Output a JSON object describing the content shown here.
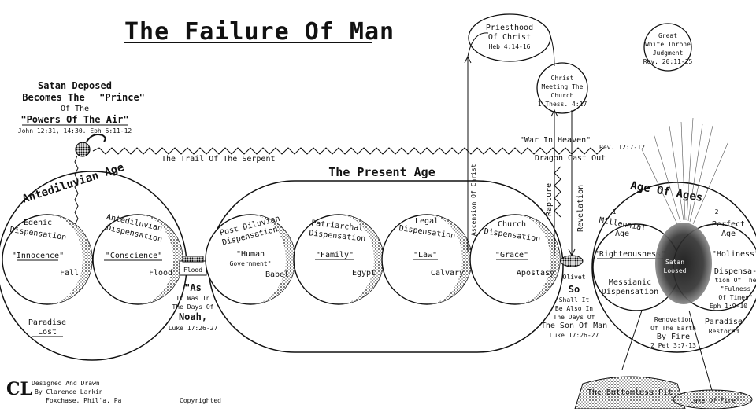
{
  "title": "The Failure Of Man",
  "satan": {
    "line1": "Satan Deposed",
    "line2_pre": "Becomes The",
    "line2_hl": "\"Prince\"",
    "line3": "Of The",
    "line4": "\"Powers Of The Air\"",
    "ref": "John 12:31, 14:30. Eph 6:11-12"
  },
  "trail_label": "The Trail Of The Serpent",
  "ages": {
    "antediluvian": "Antediluvian Age",
    "present": "The Present Age",
    "age_of_ages": "Age Of Ages"
  },
  "dispensations": {
    "edenic": {
      "name": [
        "Edenic",
        "Dispensation"
      ],
      "theme": "\"Innocence\"",
      "end": "Fall"
    },
    "antediluvian": {
      "name": [
        "Antediluvian",
        "Dispensation"
      ],
      "theme": "\"Conscience\"",
      "end": "Flood"
    },
    "postdiluvian": {
      "name": [
        "Post Diluvian",
        "Dispensation"
      ],
      "theme": [
        "\"Human",
        "Government\""
      ],
      "end": "Babel"
    },
    "patriarchal": {
      "name": [
        "Patriarchal",
        "Dispensation"
      ],
      "theme": "\"Family\"",
      "end": "Egypt"
    },
    "legal": {
      "name": [
        "Legal",
        "Dispensation"
      ],
      "theme": "\"Law\"",
      "end": "Calvary"
    },
    "church": {
      "name": [
        "Church",
        "Dispensation"
      ],
      "theme": "\"Grace\"",
      "end": "Apostasy"
    }
  },
  "paradise_lost": [
    "Paradise",
    "Lost"
  ],
  "flood_box": "Flood",
  "as_noah": {
    "as": "\"As",
    "l2": "It Was In",
    "l3": "The Days Of",
    "noah": "Noah,",
    "ref": "Luke 17:26-27"
  },
  "so_son": {
    "olivet": "Olivet",
    "so": "So",
    "l2": "Shall It",
    "l3": "Be Also In",
    "l4": "The Days Of",
    "l5": "The Son Of Man",
    "ref": "Luke 17:26-27"
  },
  "priesthood": {
    "l1": "Priesthood",
    "l2": "Of Christ",
    "ref": "Heb 4:14-16"
  },
  "meeting": {
    "l1": "Christ",
    "l2": "Meeting The",
    "l3": "Church",
    "ref": "1 Thess. 4:17"
  },
  "great_white": {
    "l1": "Great",
    "l2": "White Throne",
    "l3": "Judgment",
    "ref": "Rev. 20:11-15"
  },
  "vertical": {
    "ascension": "Ascension Of Christ",
    "rapture": "Rapture",
    "revelation": "Revelation"
  },
  "war": {
    "l1": "\"War In Heaven\"",
    "ref": "Rev. 12:7-12",
    "l2": "Dragon Cast Out"
  },
  "millennial": {
    "num": "1",
    "l1": "Millennial",
    "l2": "Age",
    "theme": "\"Righteousness\"",
    "satan": [
      "Satan",
      "Loosed"
    ],
    "md": [
      "Messianic",
      "Dispensation"
    ]
  },
  "perfect": {
    "num": "2",
    "l1": "Perfect",
    "l2": "Age",
    "theme": "\"Holiness\"",
    "disp": [
      "Dispensa-",
      "tion Of The",
      "\"Fulness",
      "Of Times\""
    ],
    "ref": "Eph 1:9-10"
  },
  "renovation": {
    "l1": "Renovation",
    "l2": "Of The Earth",
    "l3": "By Fire",
    "ref": "2 Pet 3:7-13"
  },
  "paradise_restored": [
    "Paradise",
    "Restored"
  ],
  "bottomless_pit": "The Bottomless Pit",
  "lake_of_fire": "\"Lake Of Fire\"",
  "credit": [
    "Designed And Drawn",
    "By Clarence Larkin",
    "Foxchase, Phil'a, Pa"
  ],
  "copyright": "Copyrighted",
  "monogram": "CL"
}
